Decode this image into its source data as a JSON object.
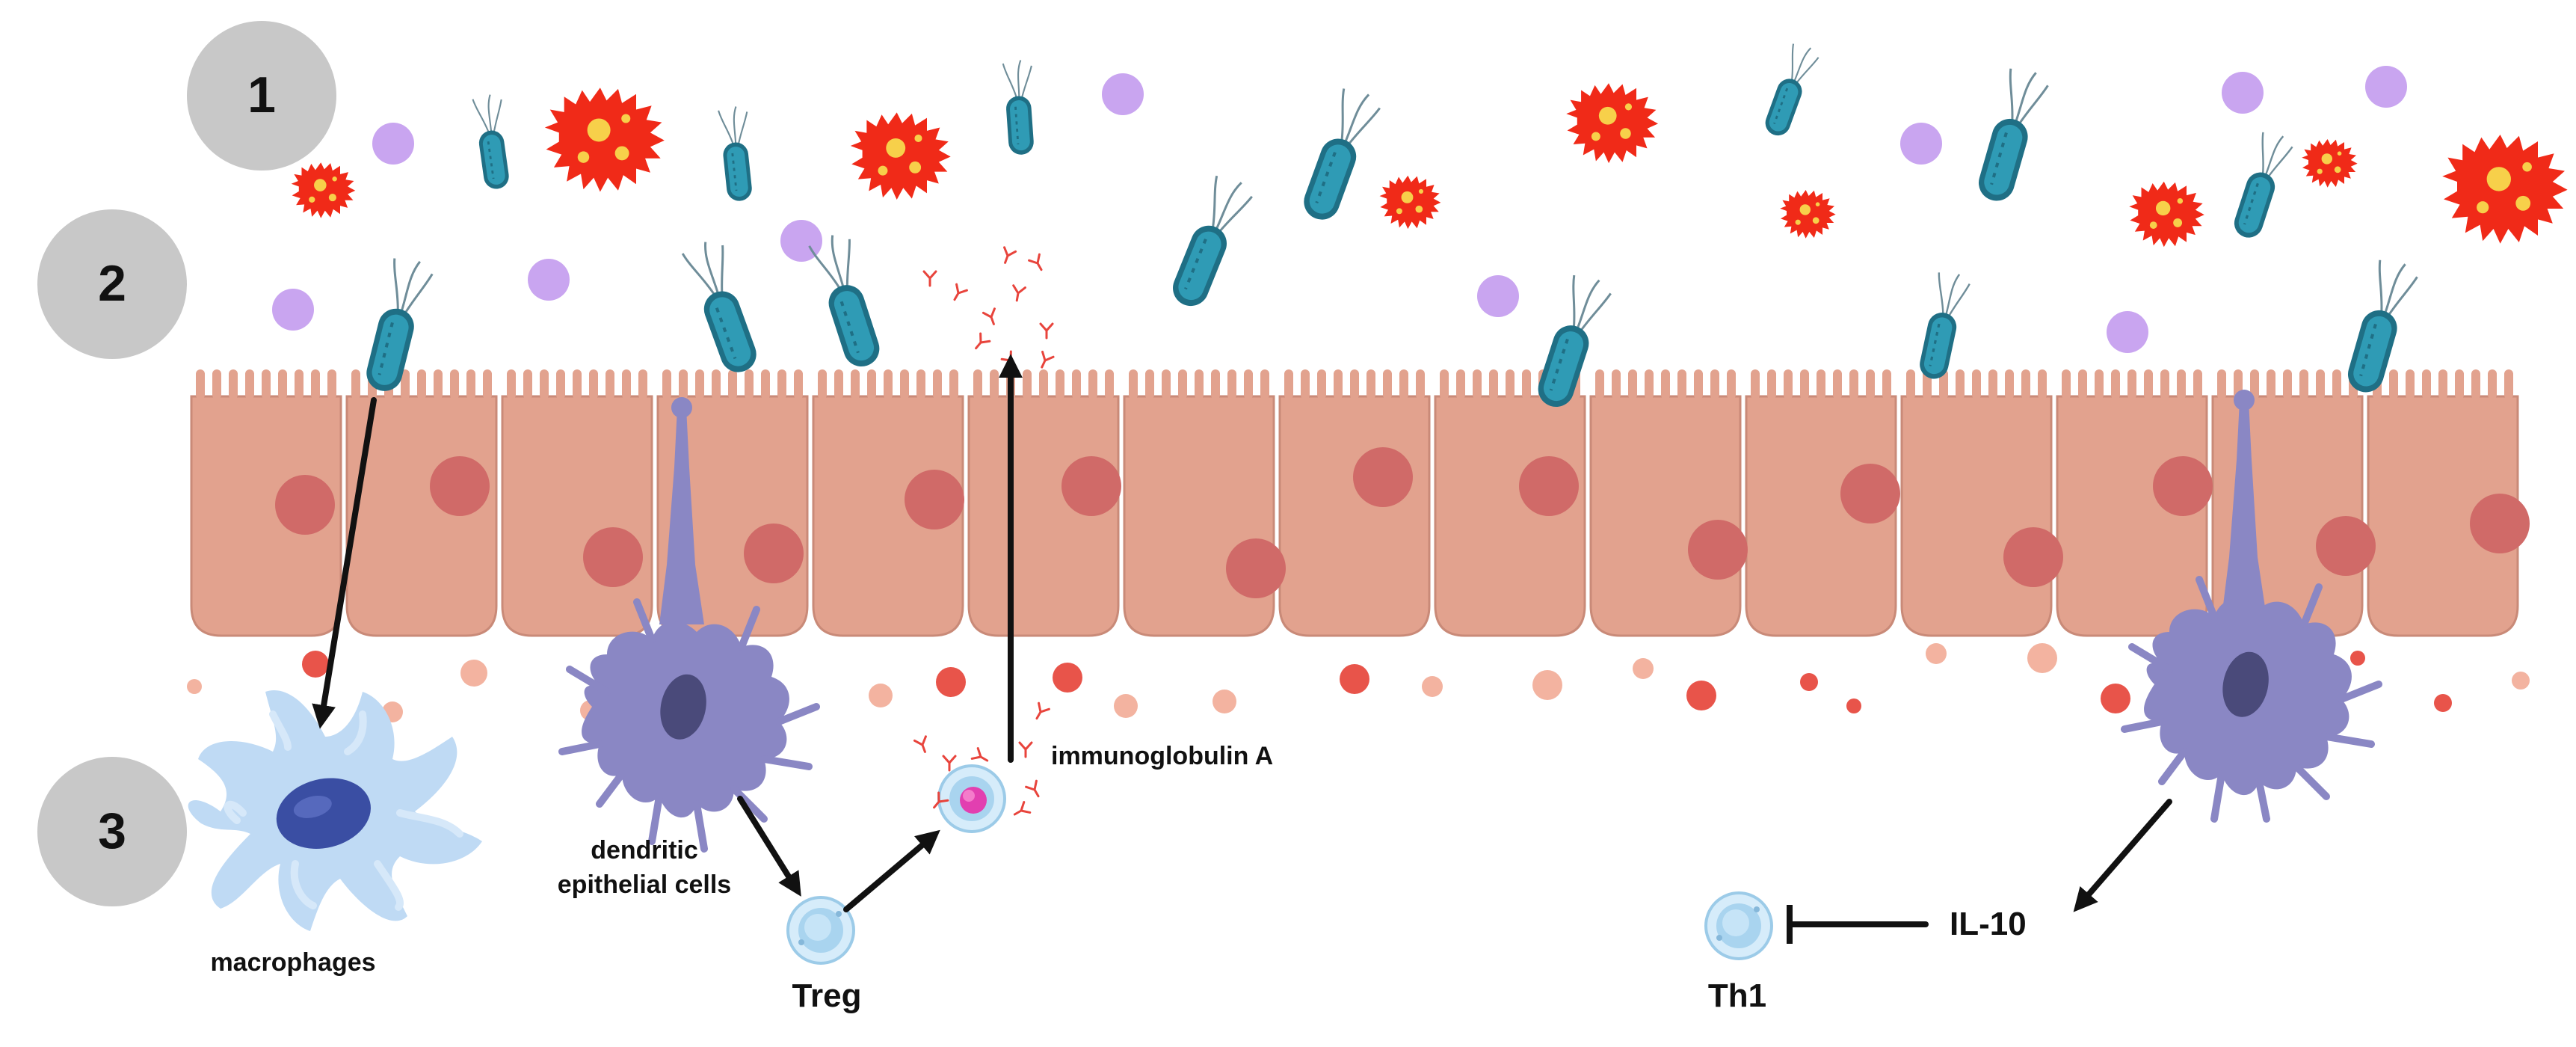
{
  "steps": [
    {
      "label": "1"
    },
    {
      "label": "2"
    },
    {
      "label": "3"
    }
  ],
  "labels": {
    "macrophages": "macrophages",
    "dendritic_line1": "dendritic",
    "dendritic_line2": "epithelial cells",
    "treg": "Treg",
    "iga": "immunoglobulin A",
    "il10": "IL-10",
    "th1": "Th1"
  },
  "colors": {
    "step_circle": "#c8c8c8",
    "epithelium": "#e2a28e",
    "nucleus": "#d06a68",
    "bacteria_body": "#2b8da6",
    "pathogen": "#f02a18",
    "pathogen_spot": "#f7d04a",
    "vesicle": "#c9a5f0",
    "dendritic": "#8a87c4",
    "macrophage": "#bfdaf4",
    "antibody": "#e8443c",
    "arrow": "#111111"
  }
}
